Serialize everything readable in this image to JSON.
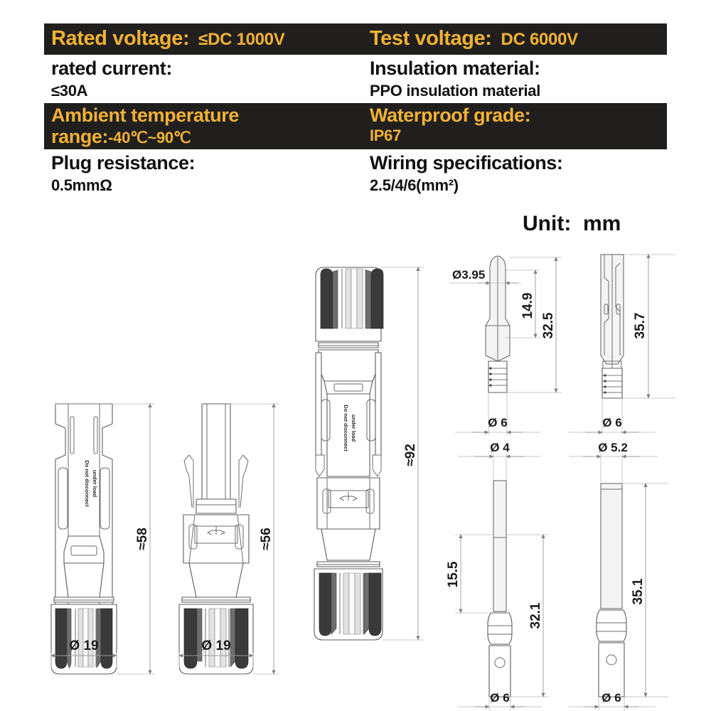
{
  "spec": {
    "rows": [
      {
        "style": "dark",
        "cells": [
          {
            "label": "Rated voltage:",
            "value": "≤DC  1000V"
          },
          {
            "label": "Test voltage:",
            "value": "DC 6000V"
          }
        ]
      },
      {
        "style": "light",
        "cells": [
          {
            "label": "rated current:",
            "value": "≤30A"
          },
          {
            "label": "Insulation material:",
            "value": "PPO insulation material"
          }
        ]
      },
      {
        "style": "dark",
        "cells": [
          {
            "label": "Ambient temperature range:",
            "value": "-40℃~90℃"
          },
          {
            "label": "Waterproof grade:",
            "value": "IP67"
          }
        ]
      },
      {
        "style": "light",
        "cells": [
          {
            "label": "Plug resistance:",
            "value": "0.5mmΩ"
          },
          {
            "label": "Wiring specifications:",
            "value": "2.5/4/6(mm²)"
          }
        ]
      }
    ],
    "unit_label": "Unit:",
    "unit_value": "mm"
  },
  "colors": {
    "bar_background": "#211f1e",
    "bar_text": "#f2b233",
    "body_text": "#111111",
    "page_background": "#ffffff",
    "drawing_outline": "#5c5c5c",
    "dimension_line": "#9a9a9a"
  },
  "drawings": {
    "female_connector": {
      "name": "female-connector-elevation",
      "height_dim": "≈58",
      "diameter_dim": "Ø 19",
      "warning_text": "Do not disconnect under load"
    },
    "male_connector": {
      "name": "male-connector-elevation",
      "height_dim": "≈56",
      "diameter_dim": "Ø 19"
    },
    "mated_pair": {
      "name": "mated-connector-pair-elevation",
      "height_dim": "≈92",
      "warning_text": "Do not disconnect under load"
    },
    "pin_contact": {
      "name": "pin-contact-detail",
      "tip_diameter": "Ø3.95",
      "segment_dim": "14.9",
      "overall_dim": "32.5",
      "barrel_diameter": "Ø 6"
    },
    "socket_contact": {
      "name": "socket-contact-detail",
      "overall_dim": "35.7",
      "barrel_diameter": "Ø 6"
    },
    "male_terminal": {
      "name": "male-terminal-detail",
      "tip_diameter": "Ø 4",
      "segment_dim": "15.5",
      "overall_dim": "32.1",
      "barrel_diameter": "Ø 6"
    },
    "female_terminal": {
      "name": "female-terminal-detail",
      "tip_diameter": "Ø 5.2",
      "overall_dim": "35.1",
      "barrel_diameter": "Ø 6"
    }
  }
}
